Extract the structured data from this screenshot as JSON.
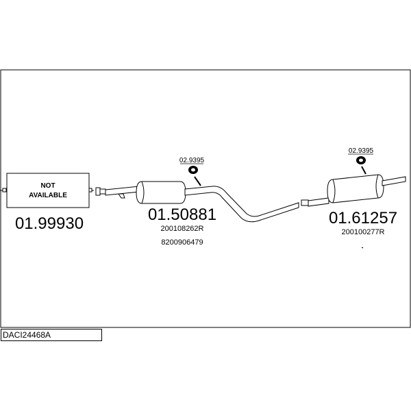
{
  "diagram": {
    "not_available": {
      "line1": "NOT",
      "line2": "AVAILABLE"
    },
    "parts": [
      {
        "number": "01.99930",
        "refs": []
      },
      {
        "number": "01.50881",
        "refs": [
          "200108262R",
          "8200906479"
        ]
      },
      {
        "number": "01.61257",
        "refs": [
          "200100277R"
        ]
      }
    ],
    "hangers": [
      {
        "number": "02.9395"
      },
      {
        "number": "02.9395"
      }
    ],
    "drawing_code": "DACI24468A"
  }
}
